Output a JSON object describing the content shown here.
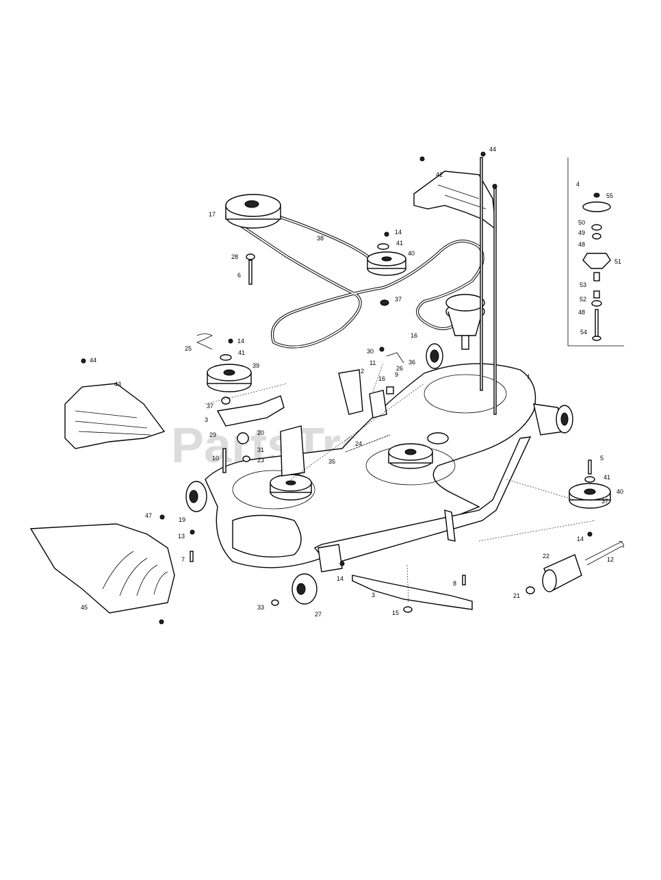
{
  "watermark": "PartsTree",
  "callouts": {
    "c1": "1",
    "c2": "2",
    "c3": "3",
    "c3b": "3",
    "c4": "4",
    "c5": "5",
    "c6": "6",
    "c7": "7",
    "c8": "8",
    "c9": "9",
    "c10": "10",
    "c11": "11",
    "c12": "12",
    "c13": "13",
    "c14a": "14",
    "c14b": "14",
    "c14c": "14",
    "c14d": "14",
    "c15": "15",
    "c16": "16",
    "c16b": "16",
    "c17": "17",
    "c19": "19",
    "c20": "20",
    "c21": "21",
    "c22": "22",
    "c23": "23",
    "c24": "24",
    "c25": "25",
    "c26": "26",
    "c27": "27",
    "c28": "28",
    "c29": "29",
    "c30": "30",
    "c31": "31",
    "c33": "33",
    "c35": "35",
    "c36": "36",
    "c37a": "37",
    "c37b": "37",
    "c37c": "37",
    "c38": "38",
    "c39": "39",
    "c40a": "40",
    "c40b": "40",
    "c41a": "41",
    "c41b": "41",
    "c41c": "41",
    "c42": "42",
    "c43": "43",
    "c44a": "44",
    "c44b": "44",
    "c45": "45",
    "c47": "47",
    "c48a": "48",
    "c48b": "48",
    "c49": "49",
    "c50": "50",
    "c51": "51",
    "c52": "52",
    "c53": "53",
    "c54": "54",
    "c55": "55"
  }
}
